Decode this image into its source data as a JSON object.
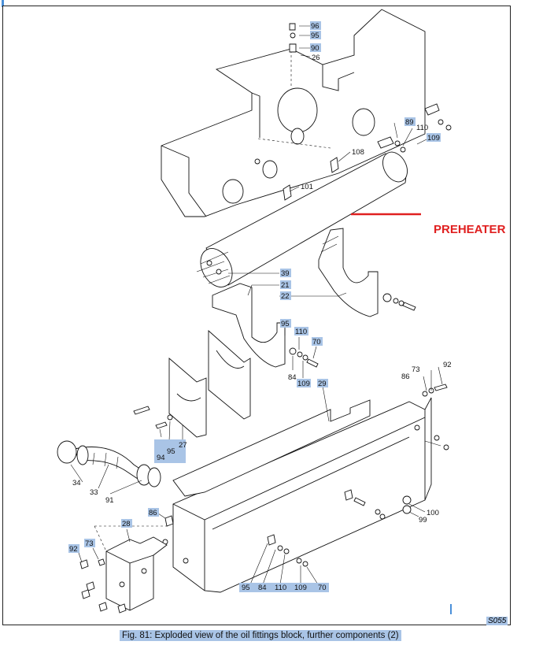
{
  "figure": {
    "caption": "Fig. 81: Exploded view of the oil fittings block, further components (2)",
    "code": "S055",
    "annotation": {
      "text": "PREHEATER",
      "color": "#e02020"
    },
    "highlight_color": "#a9c4e6",
    "callouts": [
      "96",
      "95",
      "90",
      "26",
      "89",
      "110",
      "109",
      "108",
      "101",
      "39",
      "21",
      "22",
      "95",
      "110",
      "70",
      "84",
      "109",
      "29",
      "92",
      "73",
      "86",
      "94",
      "95",
      "27",
      "34",
      "33",
      "91",
      "28",
      "86",
      "92",
      "73",
      "95",
      "84",
      "110",
      "109",
      "70",
      "100",
      "99"
    ]
  }
}
